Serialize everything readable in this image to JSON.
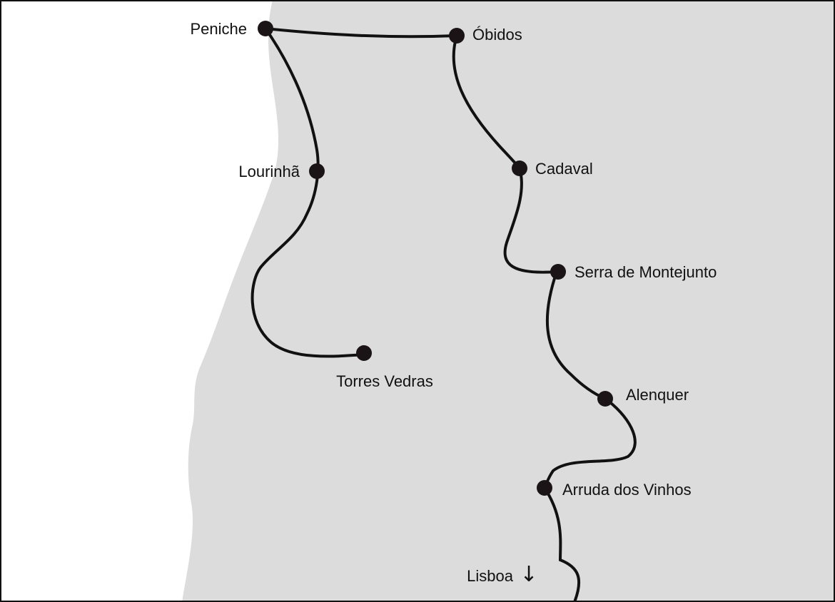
{
  "colors": {
    "land": "#dcdcdc",
    "sea": "#ffffff",
    "route": "#111111",
    "marker": "#1a1416",
    "label": "#111111"
  },
  "towns": {
    "peniche": "Peniche",
    "obidos": "Óbidos",
    "lourinha": "Lourinhã",
    "cadaval": "Cadaval",
    "montejunto": "Serra de Montejunto",
    "torres_vedras": "Torres Vedras",
    "alenquer": "Alenquer",
    "arruda": "Arruda dos Vinhos"
  },
  "direction": {
    "label": "Lisboa",
    "icon": "arrow-down-icon",
    "glyph": "↓"
  }
}
